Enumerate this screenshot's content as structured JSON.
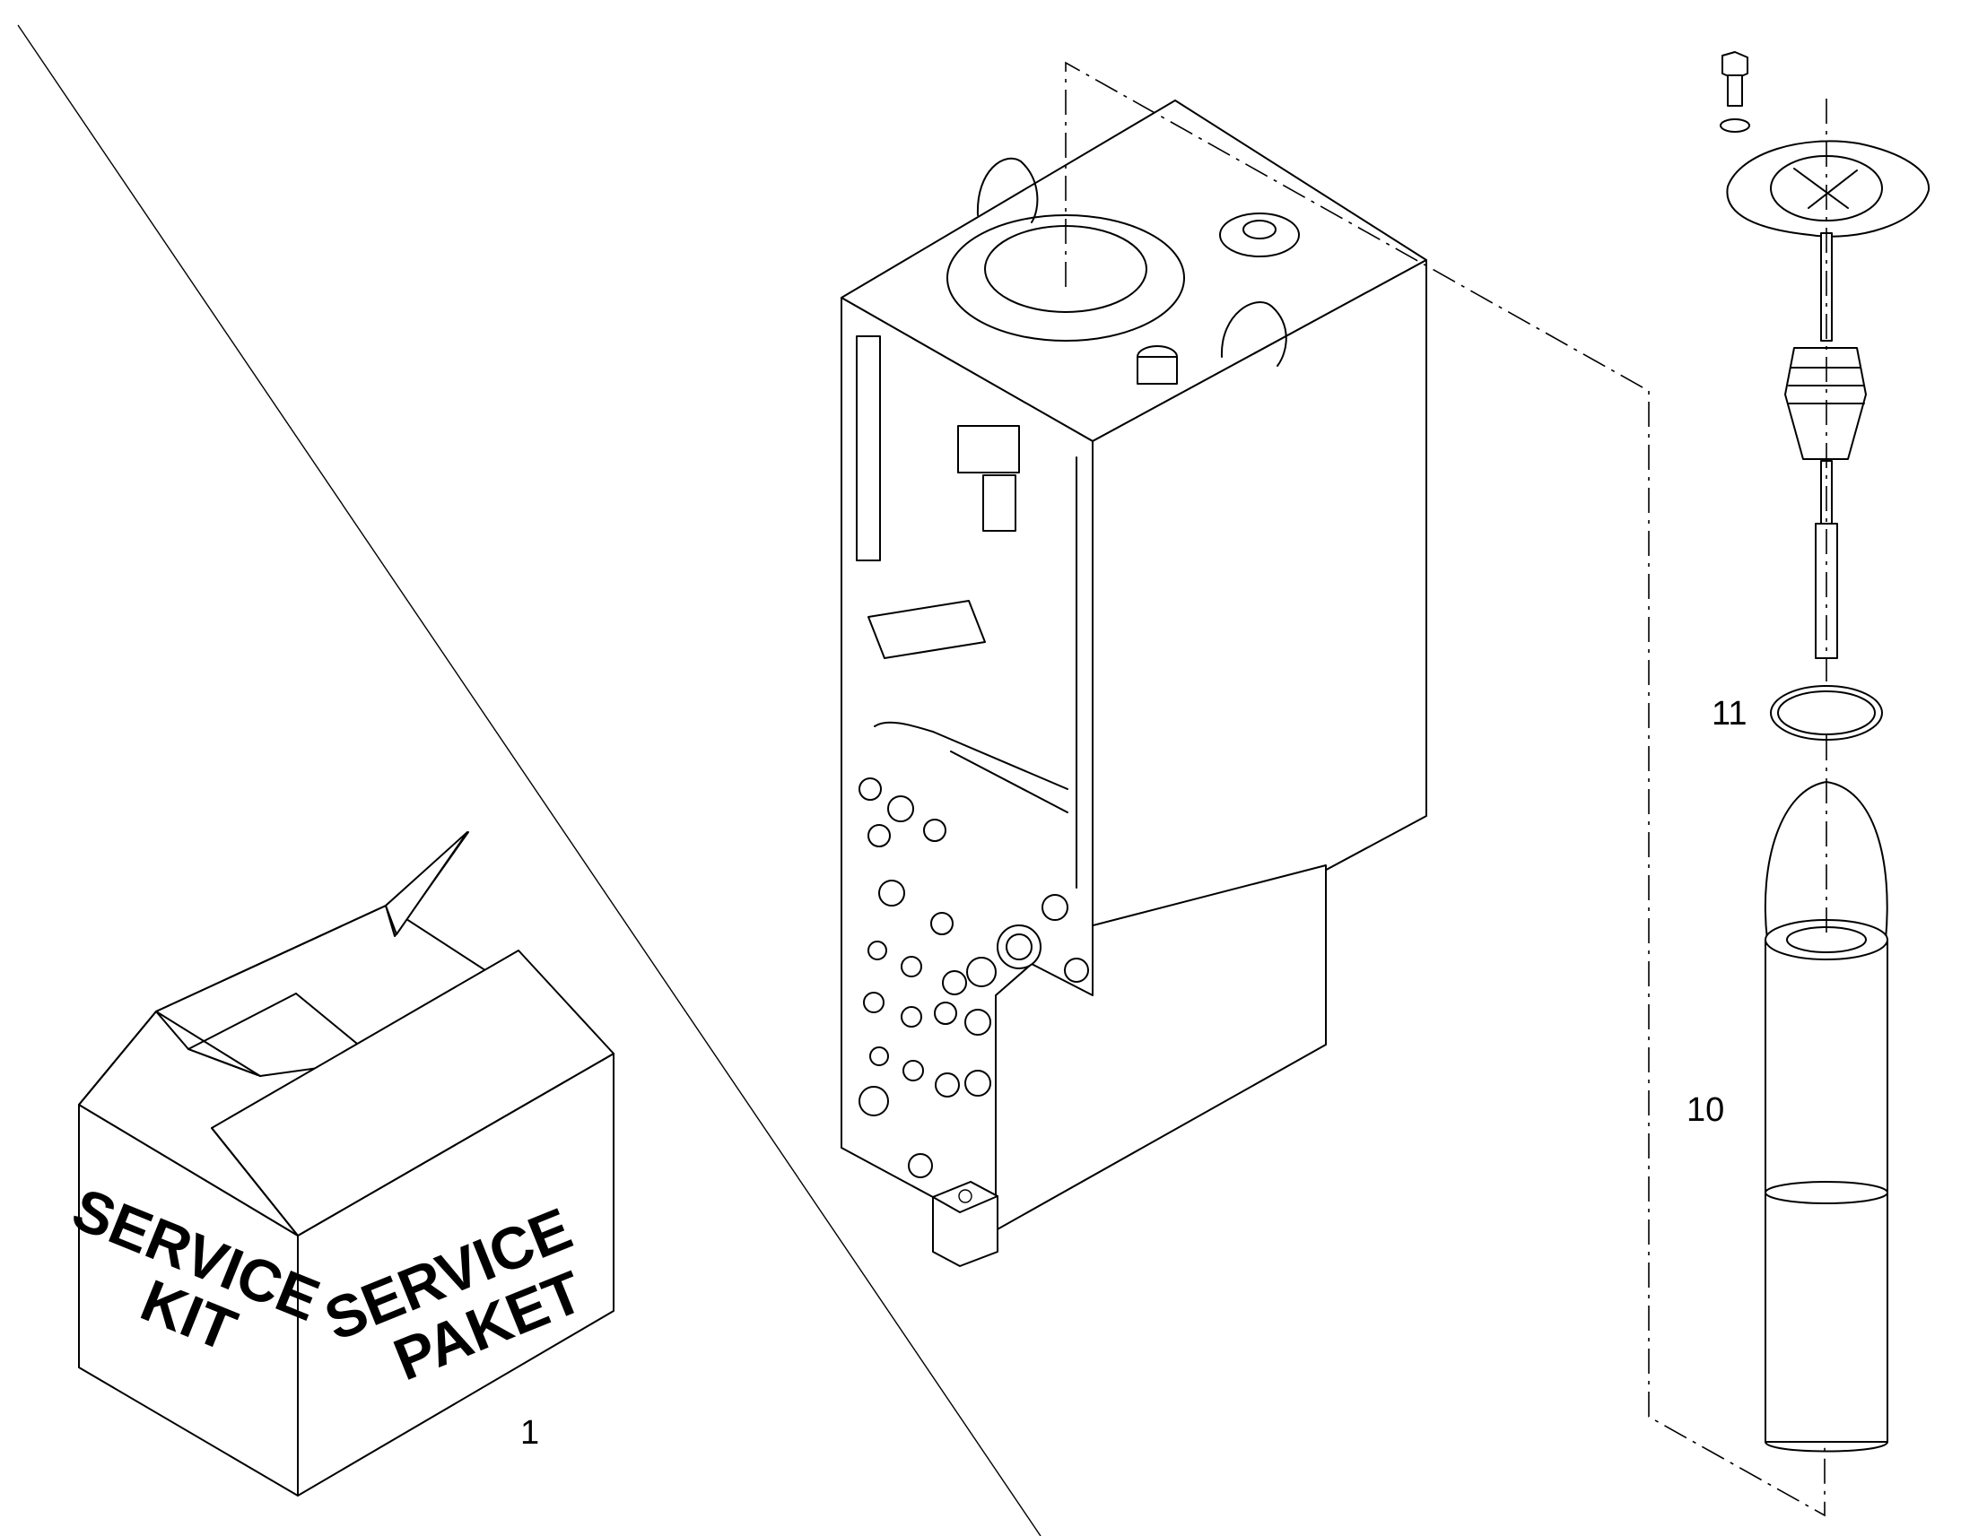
{
  "callouts": {
    "kit": "1",
    "filter": "10",
    "oring": "11"
  },
  "box_labels": {
    "left_line1": "SERVICE",
    "left_line2": "KIT",
    "right_line1": "SERVICE",
    "right_line2": "PAKET"
  },
  "icons": {
    "box": "service-kit-box-icon",
    "tank": "hydraulic-tank-icon",
    "cap": "filler-cap-assembly-icon",
    "filter": "filter-element-icon",
    "oring": "o-ring-icon"
  }
}
